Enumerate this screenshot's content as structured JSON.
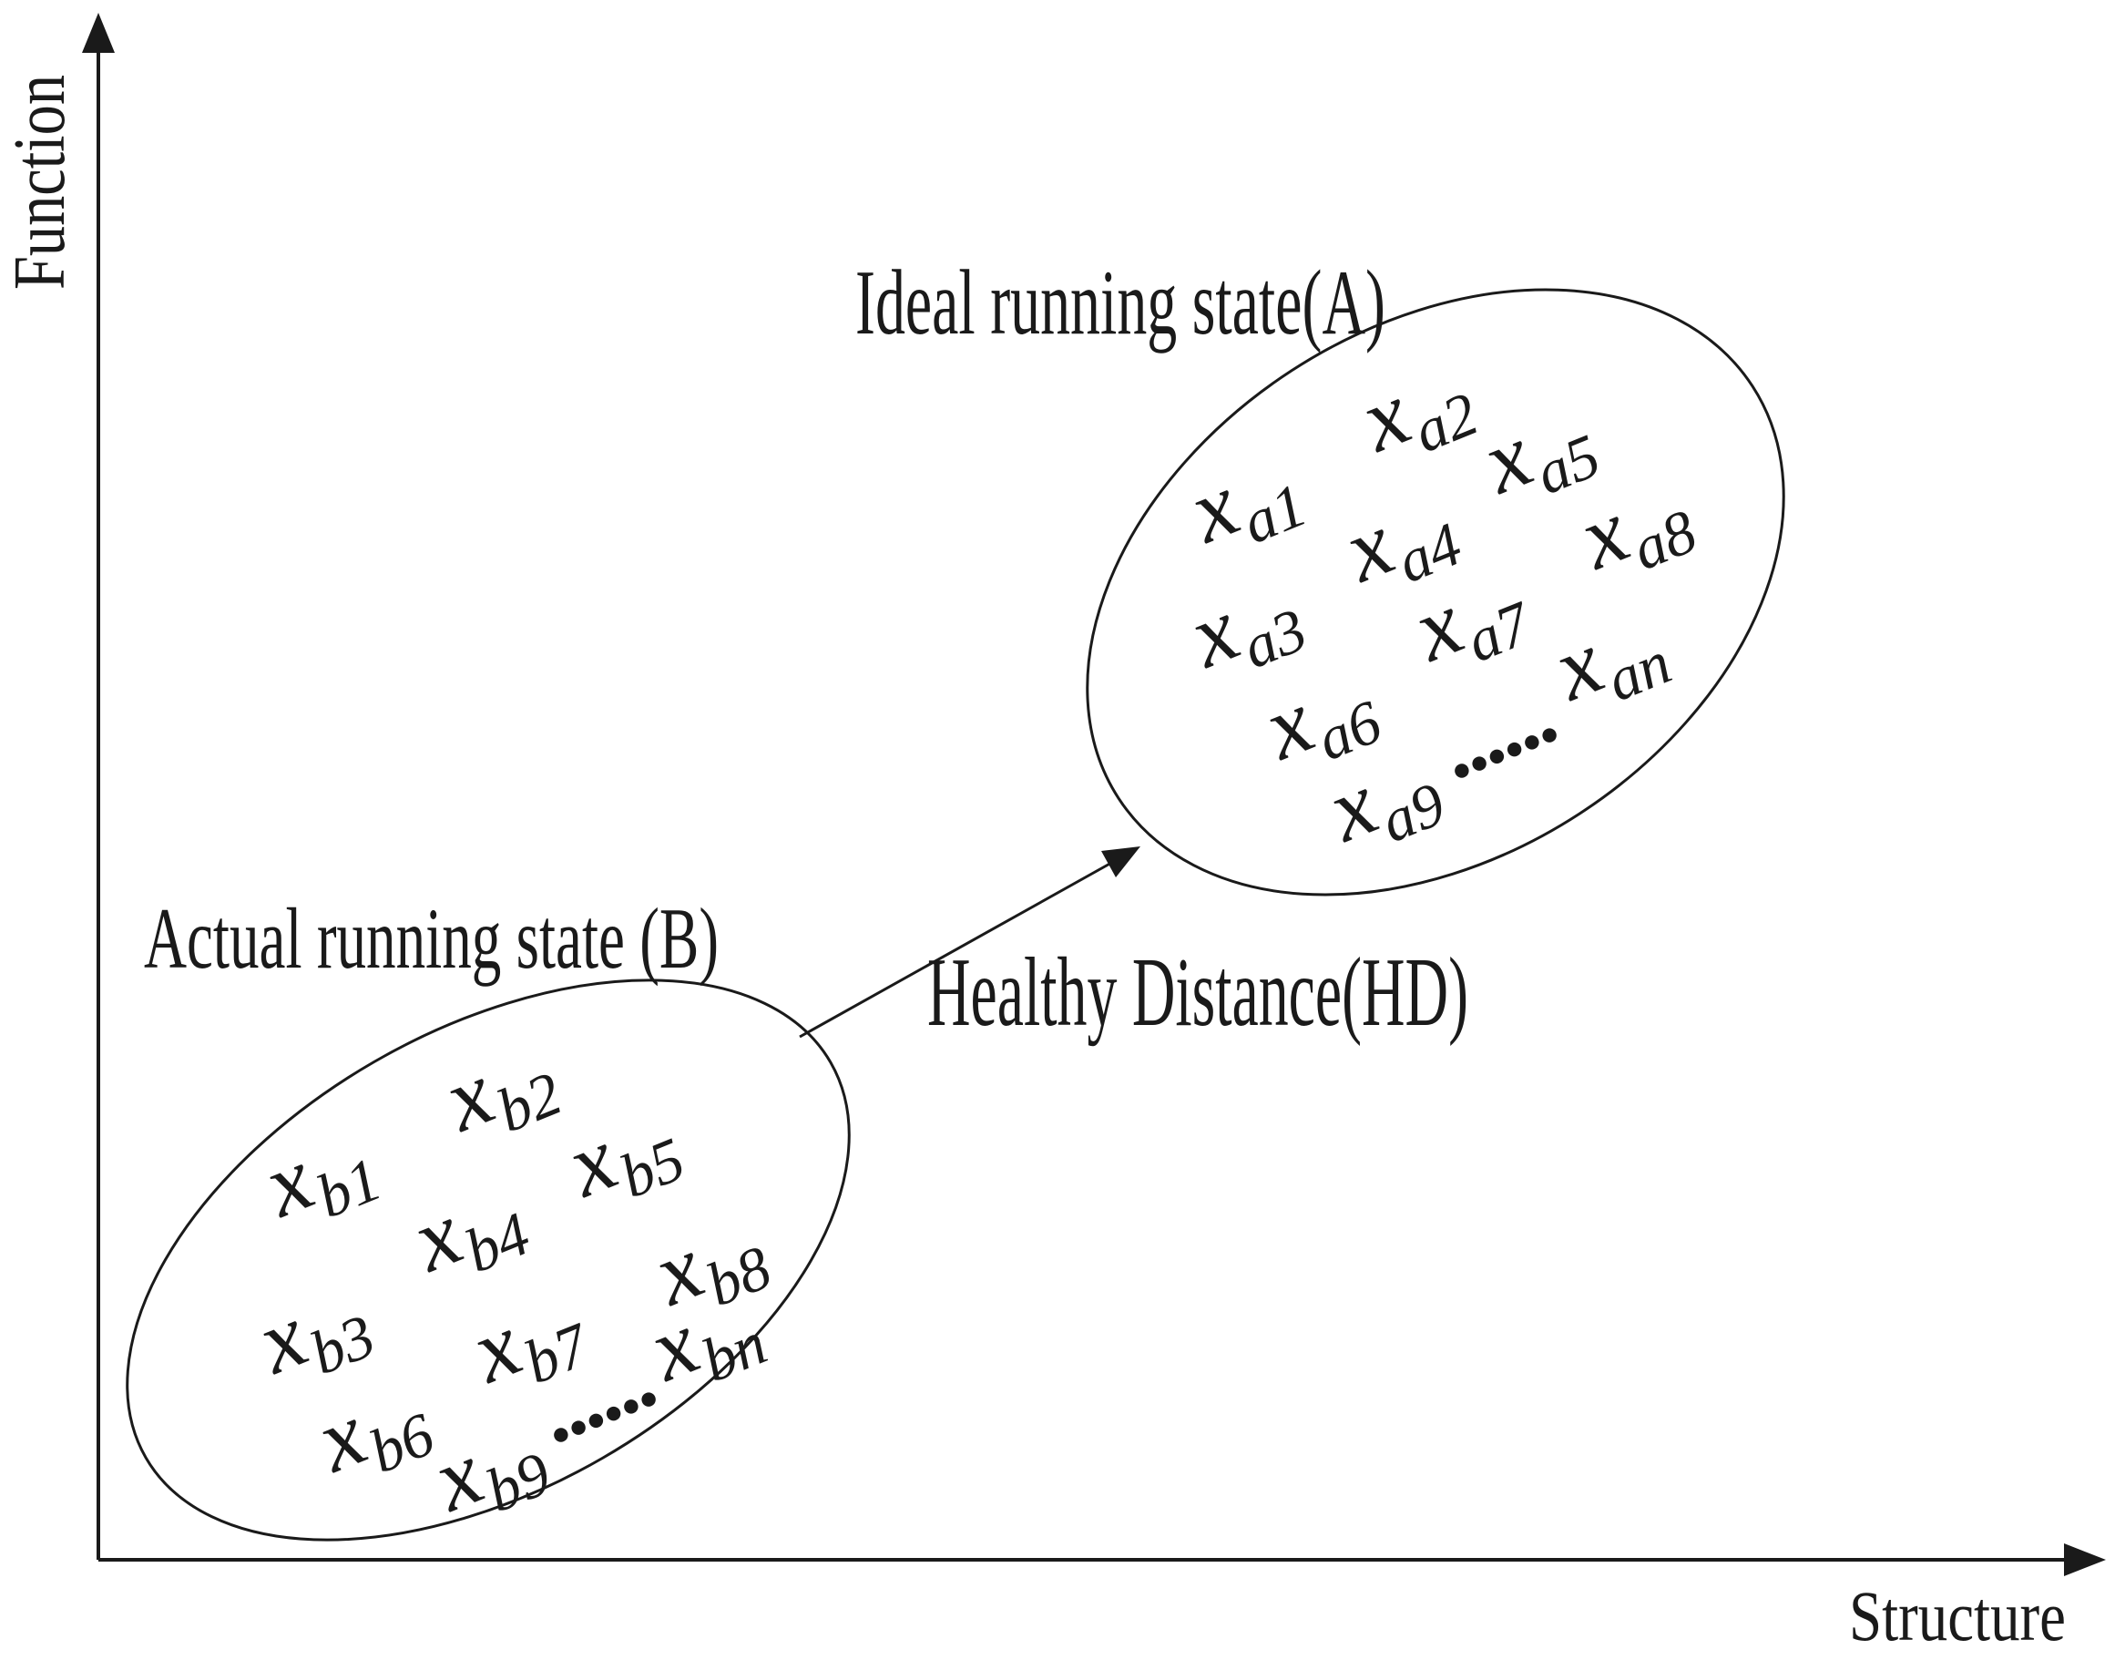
{
  "figure": {
    "ink_color": "#1a1a1a",
    "background_color": "#ffffff",
    "y_axis_label": "Function",
    "x_axis_label": "Structure",
    "arrow_label": "Healthy Distance(HD)",
    "set_a": {
      "title": "Ideal running state(A)",
      "base": "x",
      "subs": [
        "a1",
        "a2",
        "a3",
        "a4",
        "a5",
        "a6",
        "a7",
        "a8",
        "a9"
      ],
      "dots": "......",
      "sub_n": "an"
    },
    "set_b": {
      "title": "Actual running state (B)",
      "base": "x",
      "subs": [
        "b1",
        "b2",
        "b3",
        "b4",
        "b5",
        "b6",
        "b7",
        "b8",
        "b9"
      ],
      "dots": "......",
      "sub_n": "bn"
    }
  }
}
